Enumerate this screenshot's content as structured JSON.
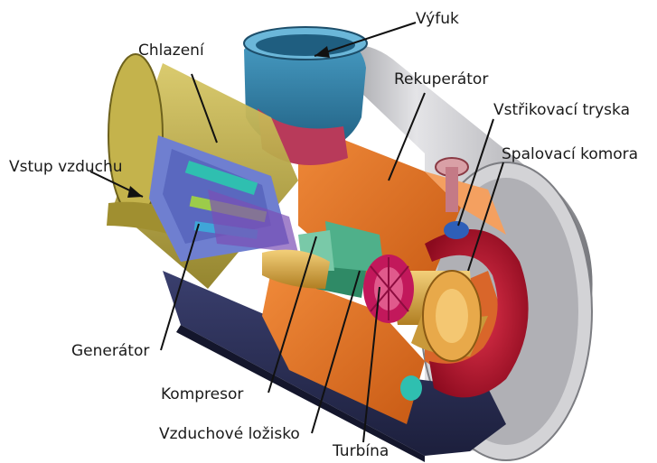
{
  "labels": {
    "exhaust": "Výfuk",
    "cooling": "Chlazení",
    "recuperator": "Rekuperátor",
    "injector": "Vstřikovací tryska",
    "combustor": "Spalovací komora",
    "air_inlet": "Vstup vzduchu",
    "generator": "Generátor",
    "compressor": "Kompresor",
    "air_bearing": "Vzduchové ložisko",
    "turbine": "Turbína"
  },
  "colors": {
    "casing": "#c9c9cc",
    "base": "#2b2f55",
    "recuperator": "#e8782a",
    "exhaust_duct": "#2f7fa6",
    "combustor": "#c8102e",
    "shaft": "#d9a441",
    "generator": "#6f7fd0",
    "inlet_shell": "#b5a33a",
    "turbine": "#c2185b",
    "compressor": "#4fb08a"
  }
}
